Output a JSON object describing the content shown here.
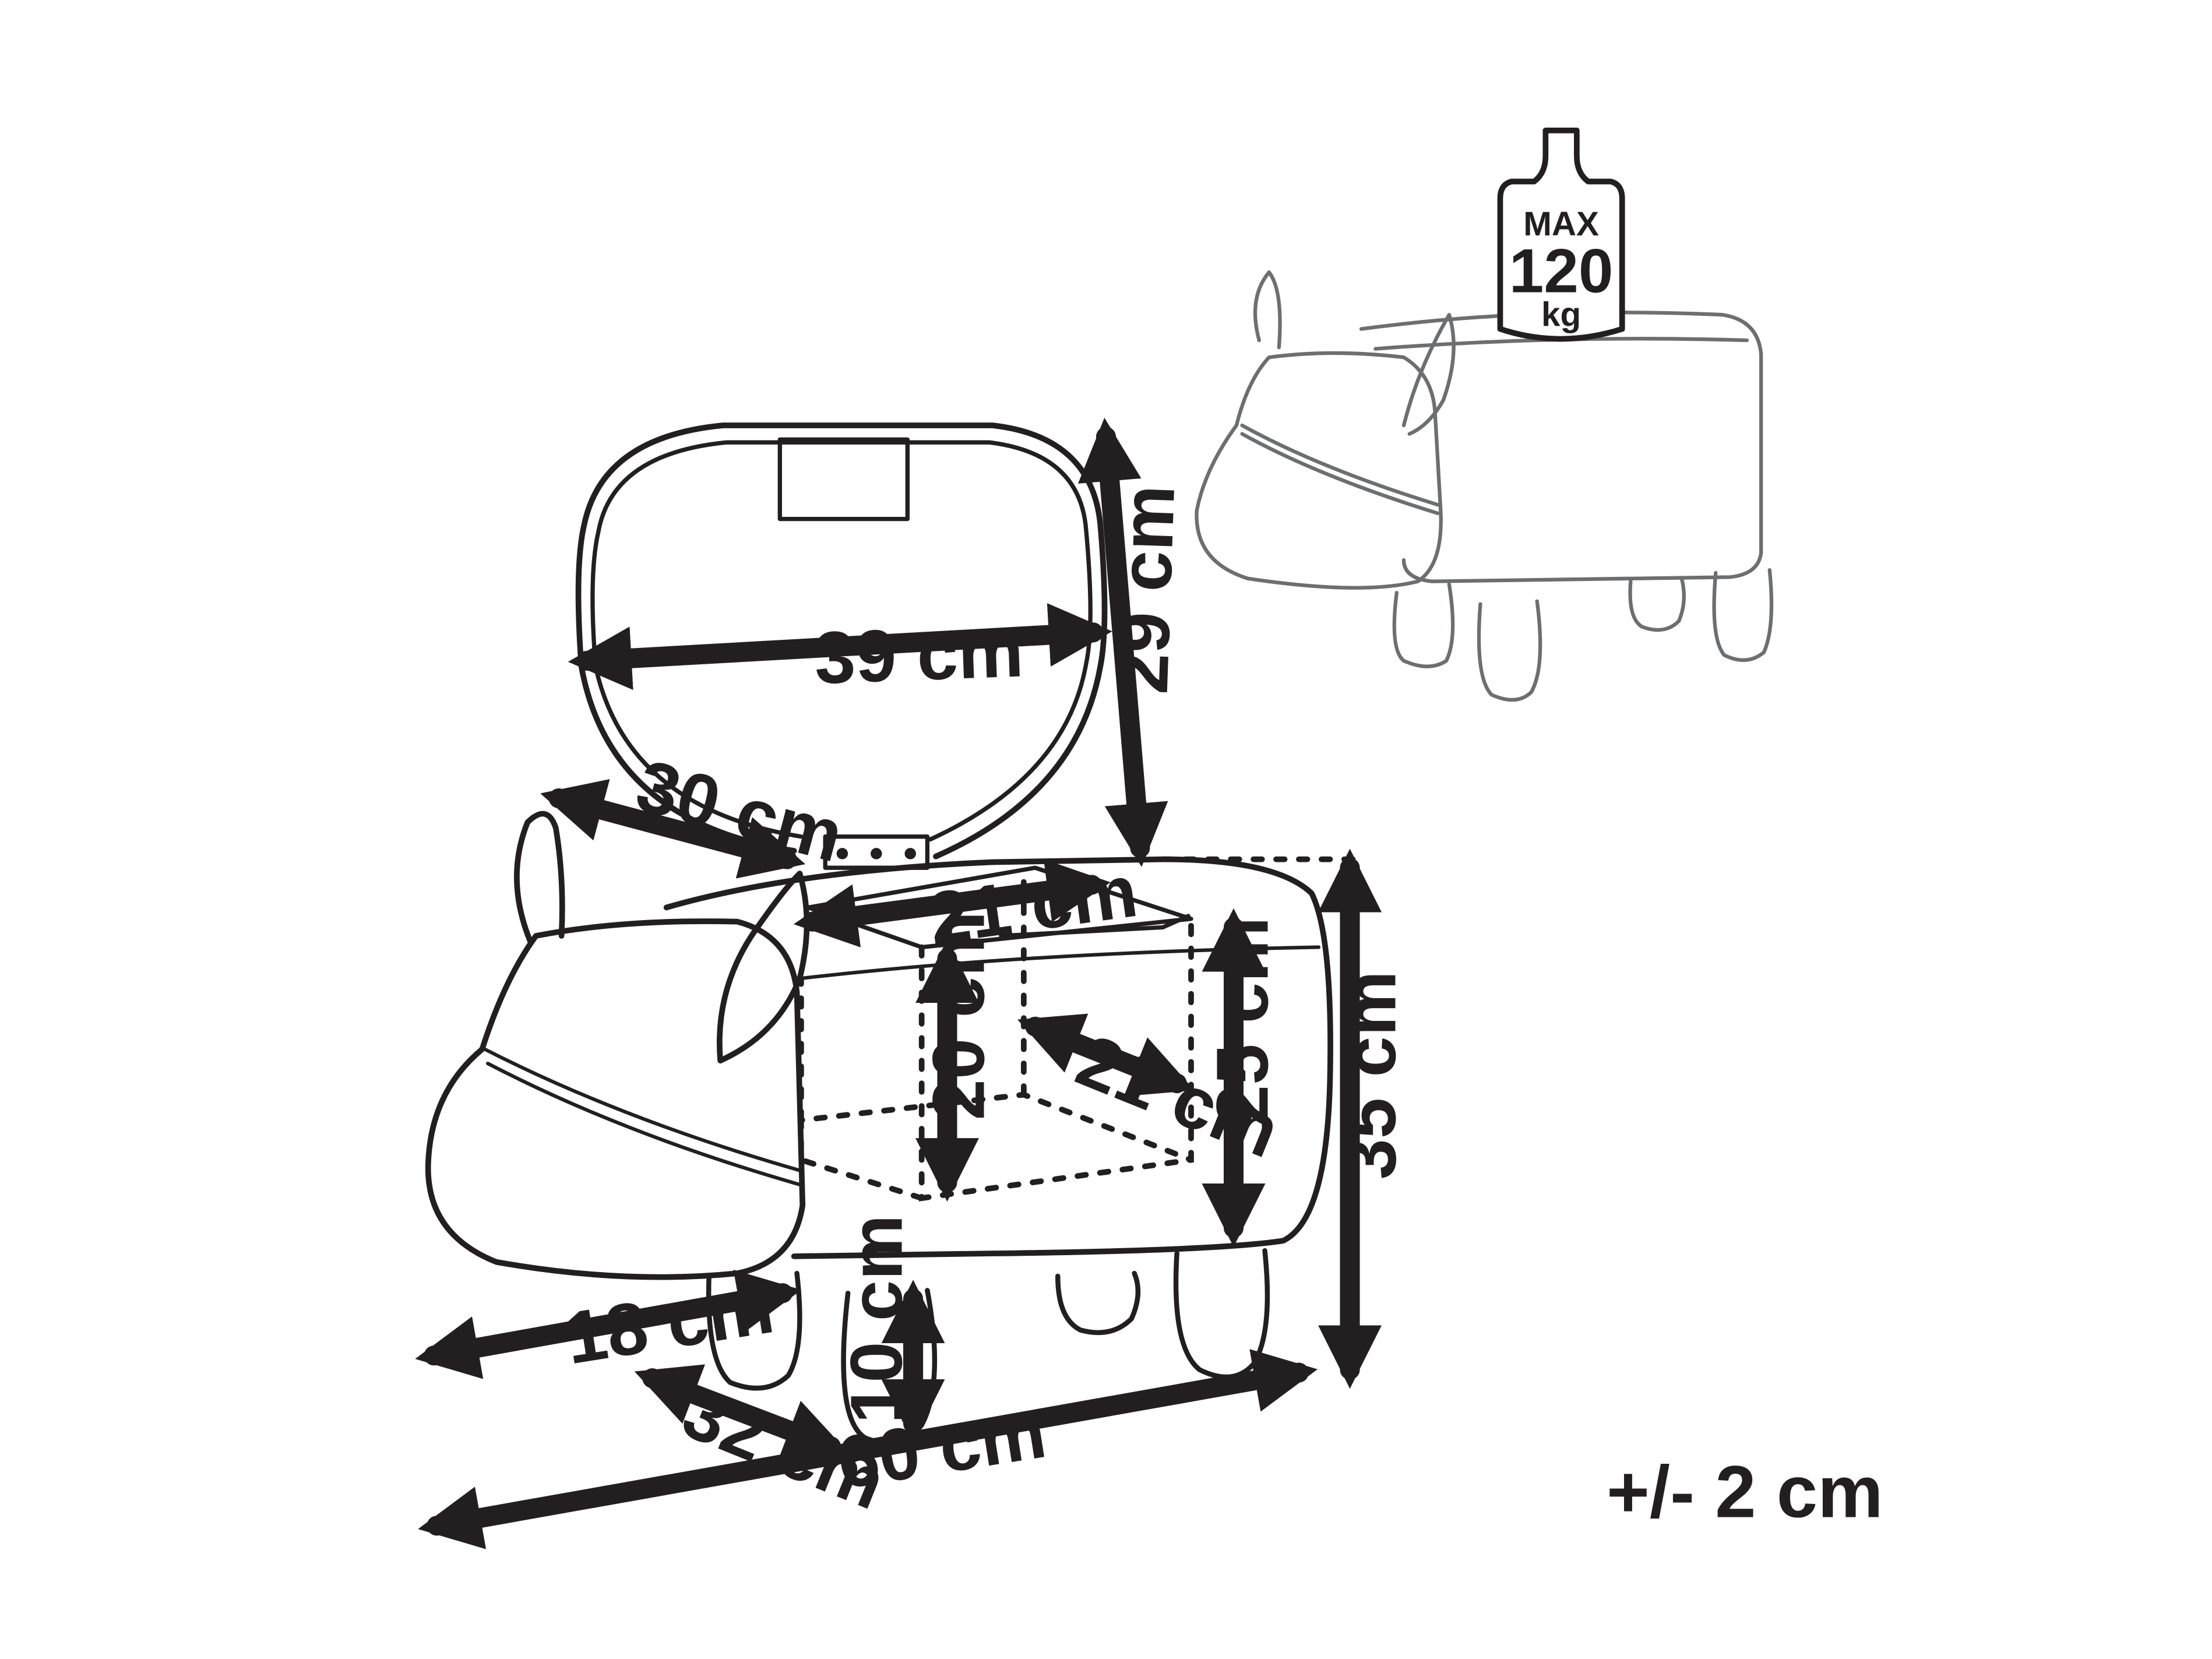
{
  "dimensions": {
    "lid_width": "39 cm",
    "lid_height": "29 cm",
    "head_depth": "30 cm",
    "storage_width": "21 cm",
    "storage_height": "20 cm",
    "storage_depth": "21 cm",
    "seat_height": "25 cm",
    "total_height": "35 cm",
    "leg_height": "10 cm",
    "head_length": "18 cm",
    "body_depth": "32 cm",
    "total_length": "60 cm"
  },
  "max_load": {
    "line1": "MAX",
    "line2": "120",
    "line3": "kg"
  },
  "tolerance": "+/- 2 cm",
  "colors": {
    "ink": "#231f20",
    "light_line": "#6d6e71",
    "background": "#ffffff"
  }
}
